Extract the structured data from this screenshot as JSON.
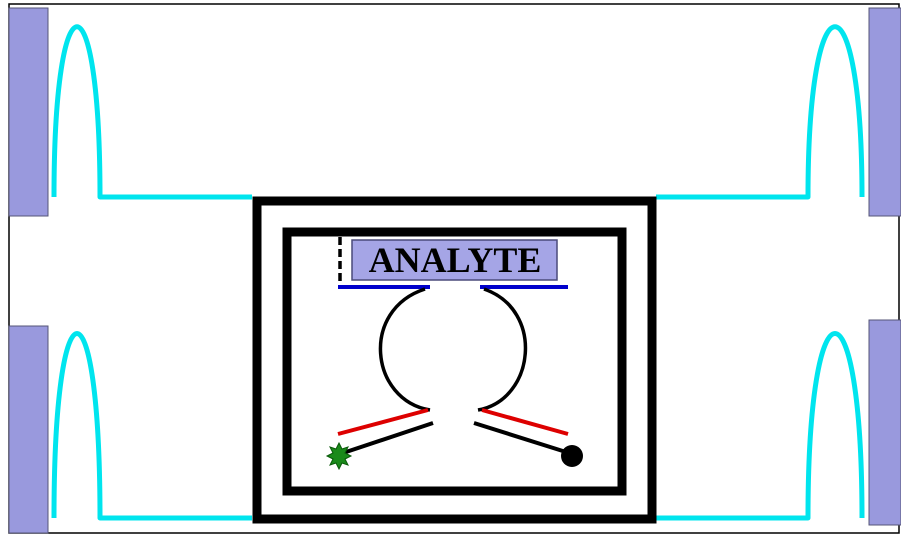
{
  "diagram": {
    "analyte_label": "ANALYTE"
  },
  "colors": {
    "frame": "#000000",
    "electrode": "#9999dd",
    "electrode_border": "#555577",
    "cyan_trace": "#00e5ee",
    "analyte_box": "#a5a5e6",
    "analyte_border": "#4a4a7a",
    "substrate_line": "#0000cc",
    "strand_red": "#dd0000",
    "strand_black": "#000000",
    "fluorophore": "#1a8a1a",
    "quencher": "#000000"
  },
  "icons": {
    "fluorophore": "star-burst",
    "quencher": "filled-circle"
  }
}
